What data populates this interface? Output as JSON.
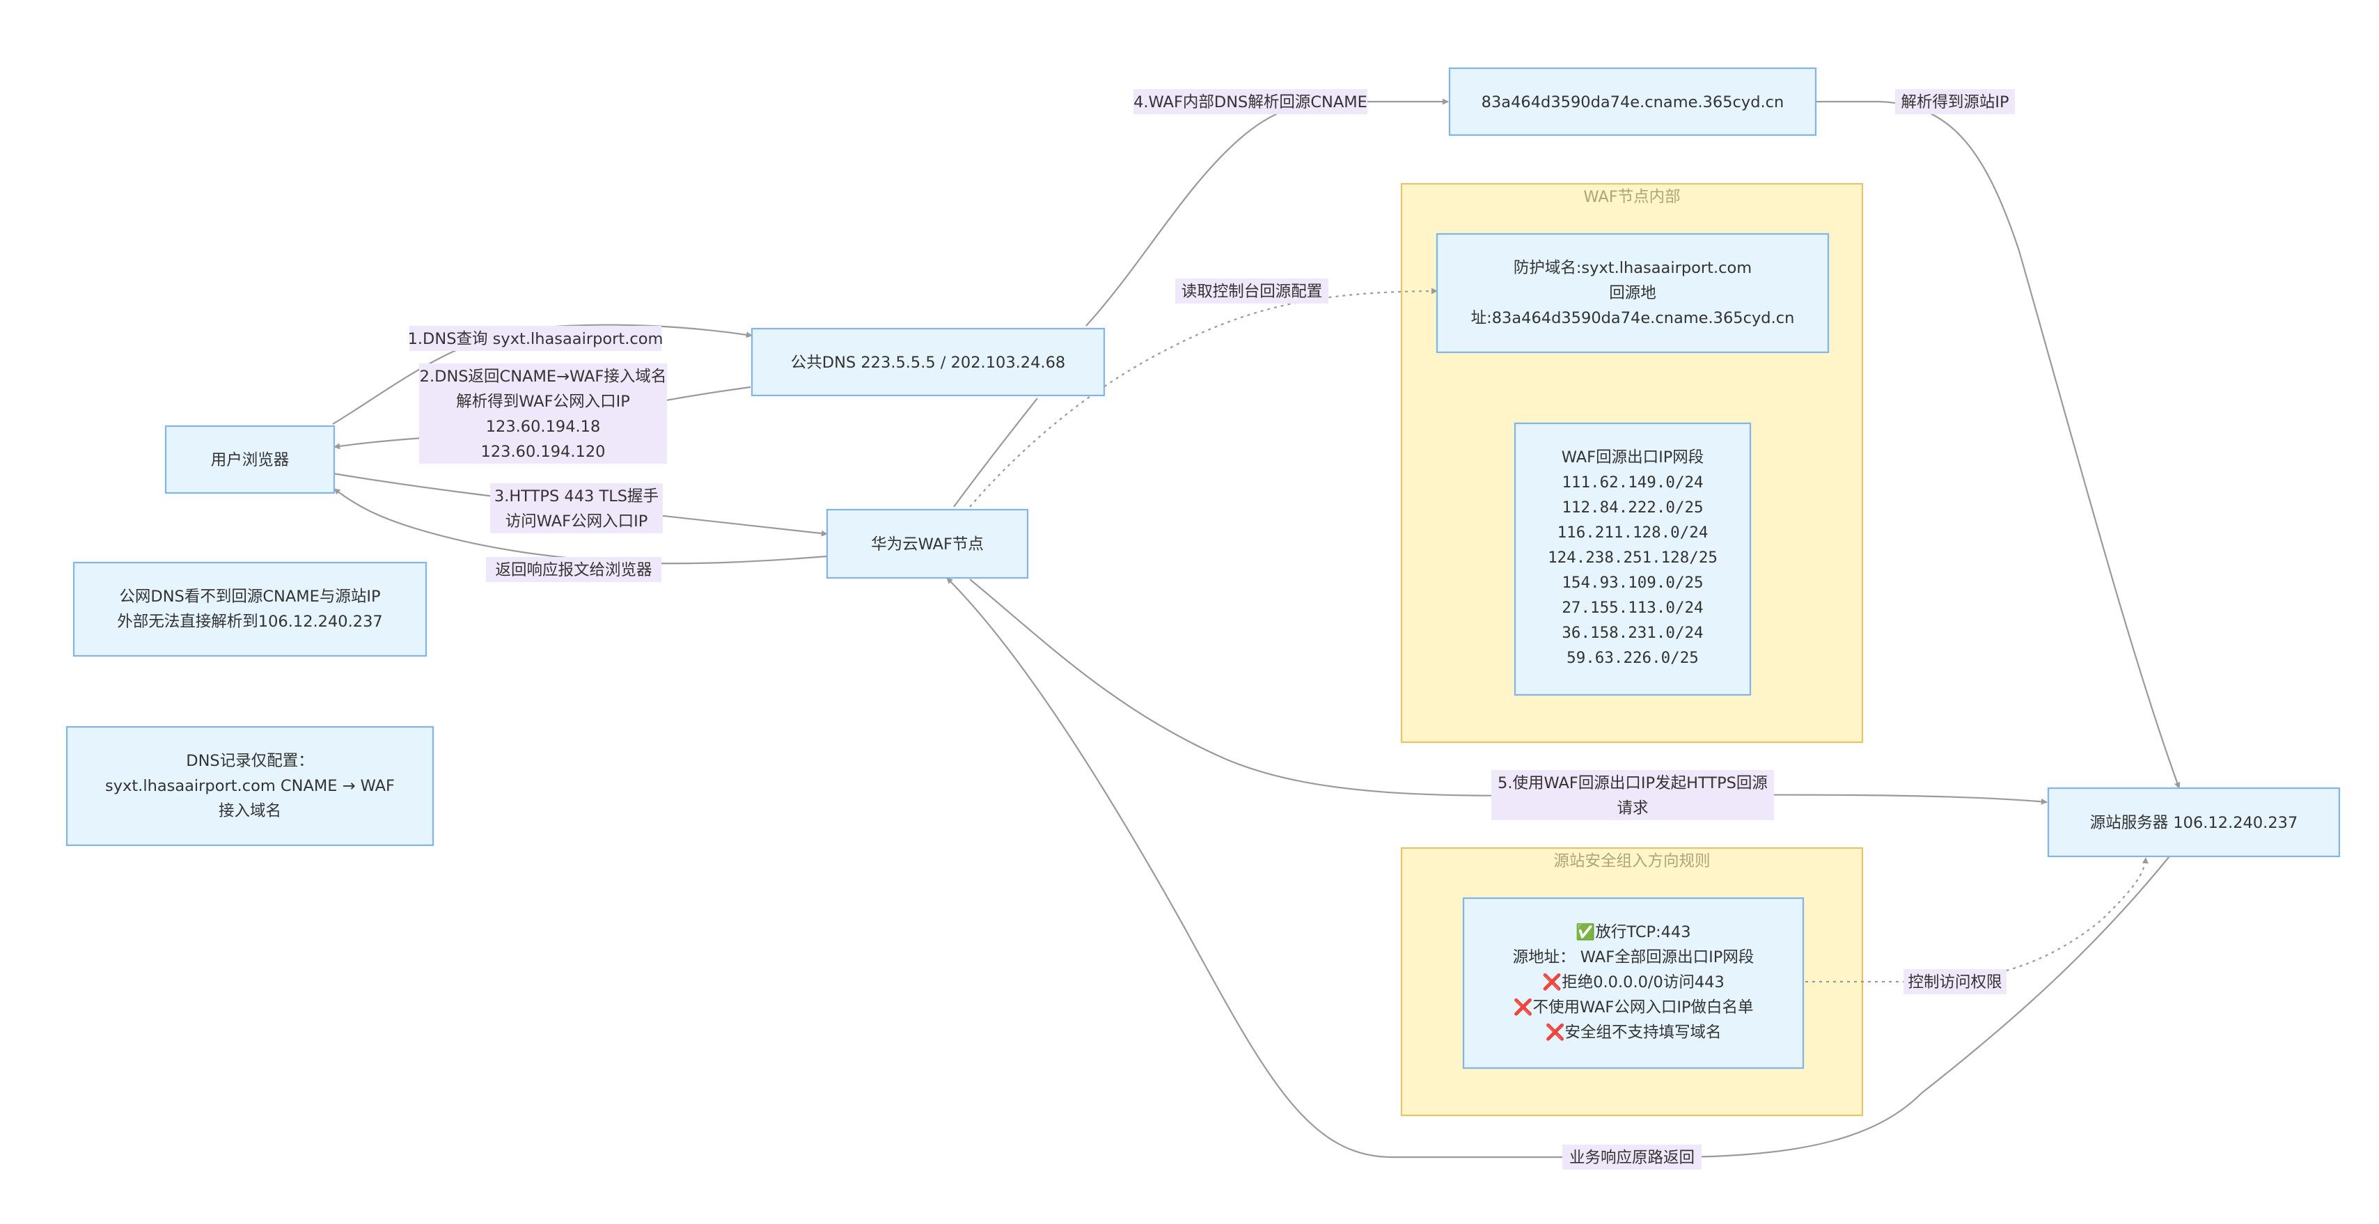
{
  "nodes": {
    "browser": "用户浏览器",
    "public_dns": "公共DNS 223.5.5.5 / 202.103.24.68",
    "waf_node": "华为云WAF节点",
    "cname": "83a464d3590da74e.cname.365cyd.cn",
    "origin": "源站服务器 106.12.240.237",
    "note_public_dns": [
      "公网DNS看不到回源CNAME与源站IP",
      "外部无法直接解析到106.12.240.237"
    ],
    "note_dns_record": [
      "DNS记录仅配置：",
      "syxt.lhasaairport.com CNAME → WAF",
      "接入域名"
    ],
    "protect_domain": [
      "防护域名:syxt.lhasaairport.com",
      "回源地",
      "址:83a464d3590da74e.cname.365cyd.cn"
    ],
    "waf_egress": [
      "WAF回源出口IP网段",
      "111.62.149.0/24",
      "112.84.222.0/25",
      "116.211.128.0/24",
      "124.238.251.128/25",
      "154.93.109.0/25",
      "27.155.113.0/24",
      "36.158.231.0/24",
      "59.63.226.0/25"
    ],
    "sg_rules": [
      "✅放行TCP:443",
      "源地址： WAF全部回源出口IP网段",
      "❌拒绝0.0.0.0/0访问443",
      "❌不使用WAF公网入口IP做白名单",
      "❌安全组不支持填写域名"
    ]
  },
  "clusters": {
    "waf_inner": "WAF节点内部",
    "sg": "源站安全组入方向规则"
  },
  "edges": {
    "e1": "1.DNS查询 syxt.lhasaairport.com",
    "e2": [
      "2.DNS返回CNAME→WAF接入域名",
      "解析得到WAF公网入口IP",
      "123.60.194.18",
      "123.60.194.120"
    ],
    "e3": [
      "3.HTTPS 443 TLS握手",
      "访问WAF公网入口IP"
    ],
    "e_ret_browser": "返回响应报文给浏览器",
    "e4": "4.WAF内部DNS解析回源CNAME",
    "e_resolve": "解析得到源站IP",
    "e_config": "读取控制台回源配置",
    "e5": [
      "5.使用WAF回源出口IP发起HTTPS回源",
      "请求"
    ],
    "e_control": "控制访问权限",
    "e_biz": "业务响应原路返回"
  },
  "colors": {
    "node_fill": "#e6f4fd",
    "node_stroke": "#7fb4ee",
    "cluster_fill": "#fff5c8",
    "cluster_stroke": "#e6c46a",
    "edge_label_bg": "#efe7fa",
    "edge_stroke": "#9a9a9a"
  }
}
